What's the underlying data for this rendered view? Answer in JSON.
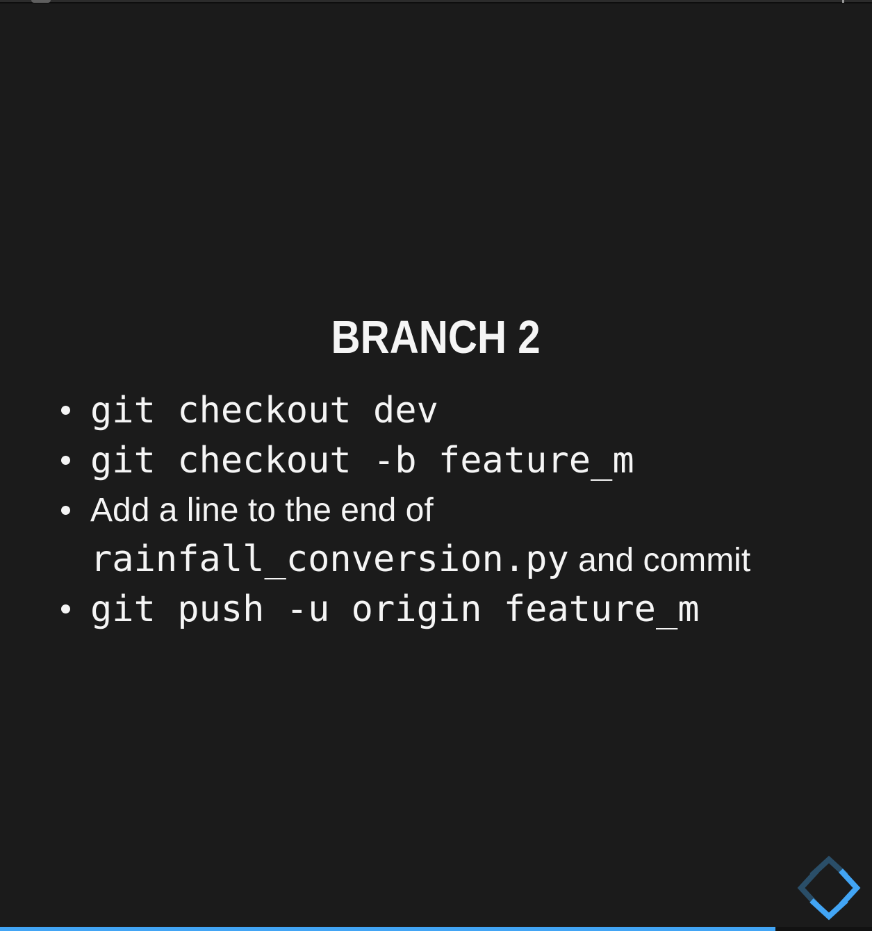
{
  "colors": {
    "background": "#1b1b1b",
    "text": "#f5f5f5",
    "accent": "#42a5f5",
    "accent_dim": "#2a4e68",
    "chrome": "#2c2c2c"
  },
  "slide": {
    "title": "BRANCH 2",
    "bullets": [
      {
        "text": "git checkout dev"
      },
      {
        "text": "git checkout -b feature_m"
      },
      {
        "prefix": "Add a line to the end of ",
        "code": "rainfall_conversion.py",
        "suffix": " and commit"
      },
      {
        "text": "git push -u origin feature_m"
      }
    ]
  },
  "controls": {
    "up_enabled": false,
    "left_enabled": false,
    "right_enabled": true,
    "down_enabled": true
  },
  "progress": {
    "fraction": 0.889
  }
}
